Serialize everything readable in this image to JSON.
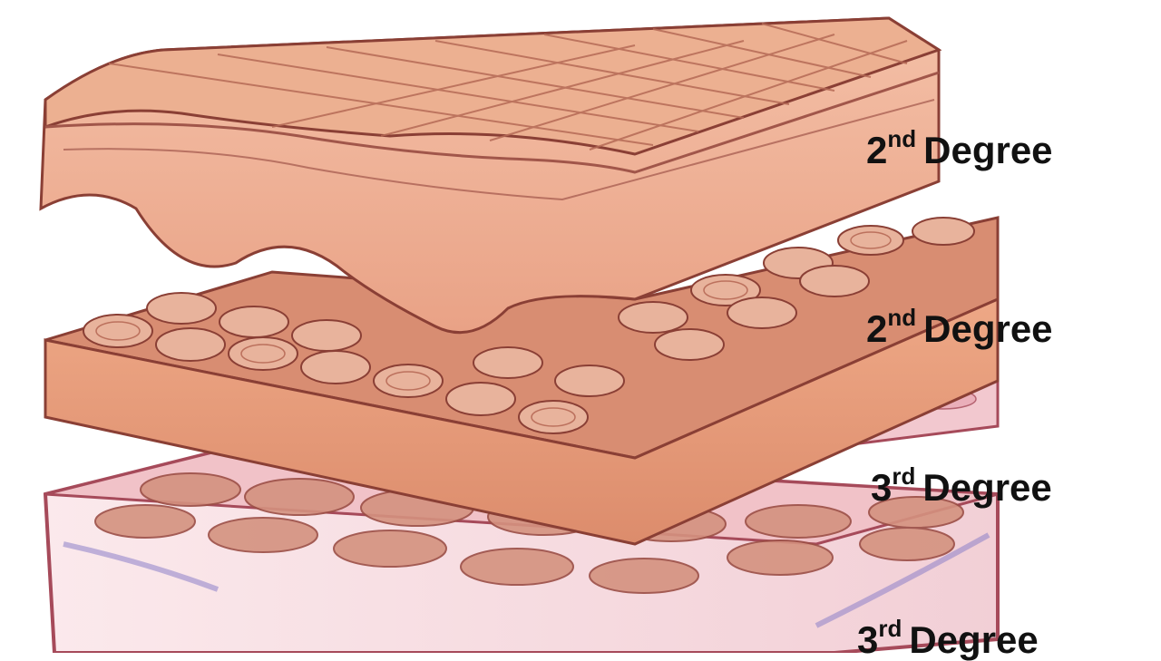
{
  "labels": [
    {
      "num": "2",
      "sup": "nd",
      "word": "Degree"
    },
    {
      "num": "2",
      "sup": "nd",
      "word": "Degree"
    },
    {
      "num": "3",
      "sup": "rd",
      "word": "Degree"
    },
    {
      "num": "3",
      "sup": "rd",
      "word": "Degree"
    }
  ],
  "colors": {
    "top_layer": "#f2b59b",
    "top_layer_edge": "#b56a56",
    "middle_layer": "#e99a7c",
    "middle_cells": "#c9806c",
    "lower_layer": "#f2c8cf",
    "bottom_layer": "#f8dfe3",
    "outline": "#8a3f35"
  },
  "icons": [
    "skin-layer-epidermis",
    "skin-layer-dermis",
    "skin-layer-subcutis",
    "skin-layer-base"
  ]
}
